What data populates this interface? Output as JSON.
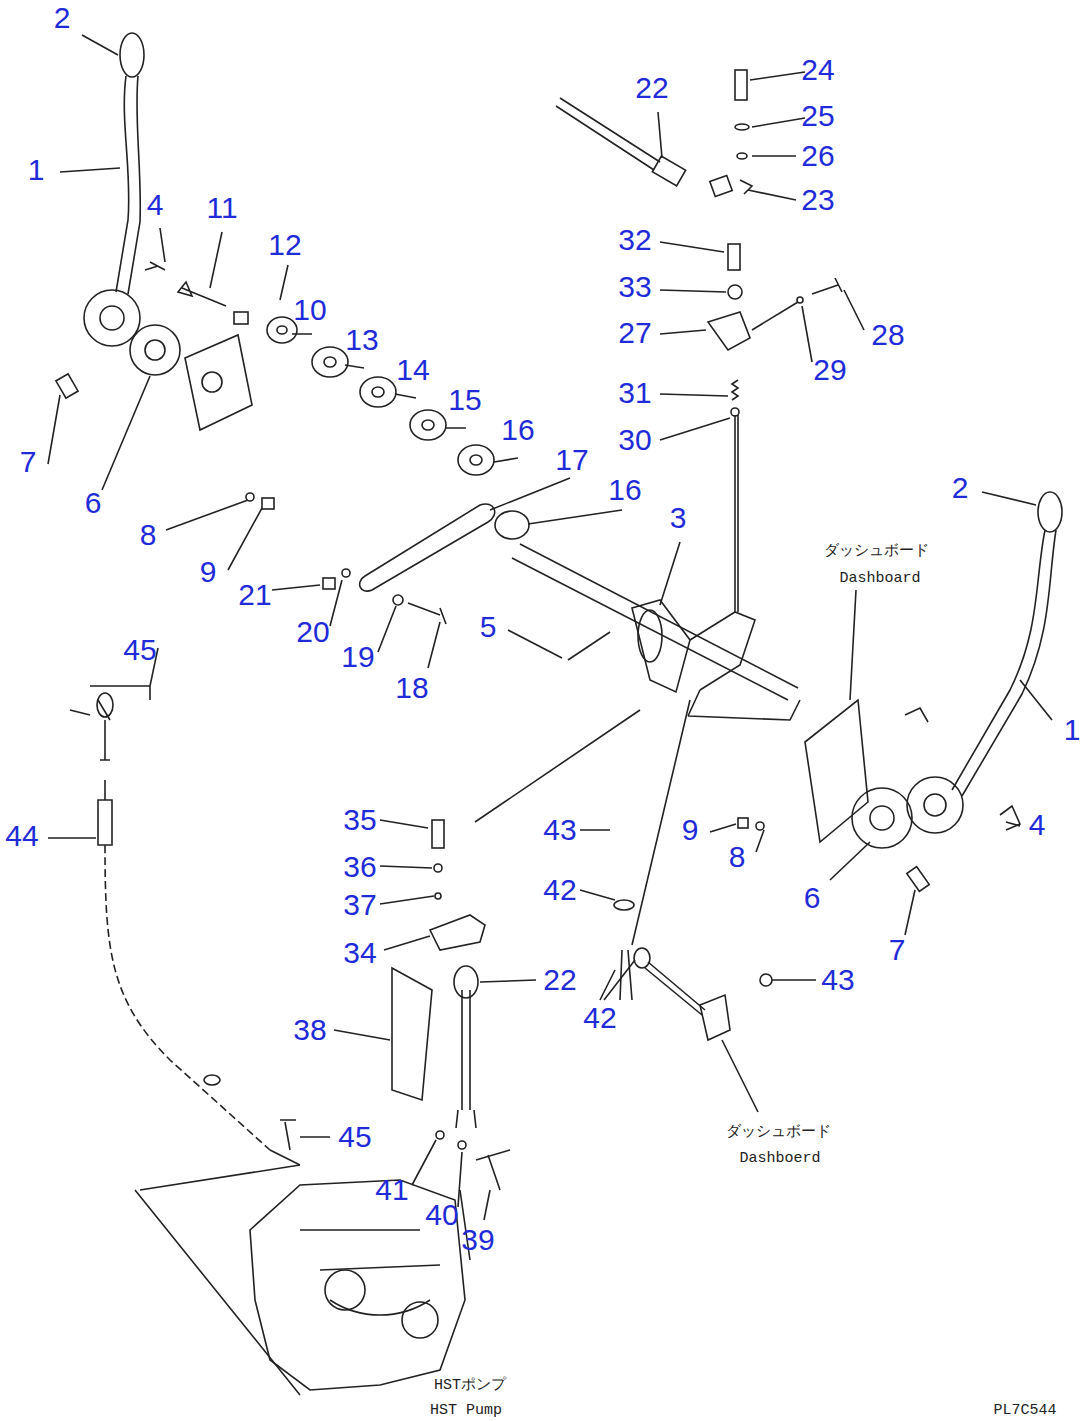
{
  "diagram": {
    "labels": [
      "2",
      "1",
      "4",
      "11",
      "12",
      "10",
      "13",
      "14",
      "15",
      "16",
      "17",
      "16",
      "3",
      "7",
      "6",
      "8",
      "9",
      "21",
      "20",
      "19",
      "18",
      "5",
      "22",
      "24",
      "25",
      "26",
      "23",
      "32",
      "33",
      "28",
      "27",
      "29",
      "31",
      "30",
      "2",
      "ダッシュボード",
      "Dashboard",
      "1",
      "4",
      "9",
      "8",
      "6",
      "7",
      "45",
      "44",
      "35",
      "36",
      "37",
      "34",
      "22",
      "38",
      "43",
      "42",
      "42",
      "43",
      "45",
      "41",
      "40",
      "39",
      "ダッシュボード",
      "Dashboerd",
      "HSTポンプ",
      "HST Pump",
      "PL7C544"
    ]
  }
}
